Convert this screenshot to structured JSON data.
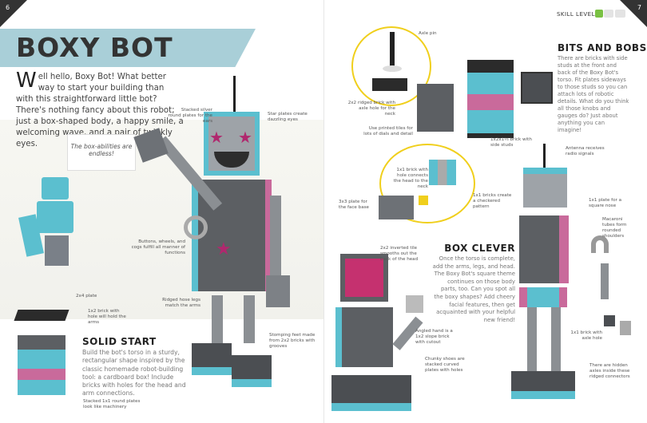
{
  "page_numbers": {
    "left": "6",
    "right": "7"
  },
  "skill_level": {
    "label": "SKILL LEVEL",
    "level": 1,
    "max": 3,
    "active_color": "#7ac143",
    "inactive_color": "#e3e3e3"
  },
  "title": "BOXY BOT",
  "intro": {
    "drop_cap": "W",
    "text": "ell hello, Boxy Bot! What better way to start your building than with this straightforward little bot? There's nothing fancy about this robot; just a box-shaped body, a happy smile, a welcoming wave, and a pair of twinkly eyes."
  },
  "quote": "The box-abilities are endless!",
  "annotations_left": {
    "ears": "Stacked silver round plates for the ears",
    "eyes": "Star plates create dazzling eyes",
    "buttons": "Buttons, wheels, and cogs fulfill all manner of functions",
    "plate": "2x4 plate",
    "brick_hole": "1x2 brick with hole will hold the arms",
    "legs": "Ridged hose legs match the arms",
    "feet": "Stomping feet made from 2x2 bricks with grooves",
    "round_plates": "Stacked 1x1 round plates look like machinery"
  },
  "solid_start": {
    "heading": "SOLID START",
    "text": "Build the bot's torso in a sturdy, rectangular shape inspired by the classic homemade robot-building tool: a cardboard box! Include bricks with holes for the head and arm connections."
  },
  "annotations_right": {
    "axle_pin": "Axle pin",
    "ridged_brick": "2x2 ridged brick with axle hole for the neck",
    "printed_tiles": "Use printed tiles for lots of dials and detail",
    "side_studs": "1x2x1⅔ brick with side studs",
    "neck_brick": "1x1 brick with hole connects the head to the neck",
    "face_base": "3x3 plate for the face base",
    "checkered": "1x1 bricks create a checkered pattern",
    "antenna": "Antenna receives radio signals",
    "nose": "1x1 plate for a square nose",
    "macaroni": "Macaroni tubes form rounded shoulders",
    "inverted_tile": "2x2 inverted tile smooths out the back of the head",
    "angled_hand": "Angled hand is a 1x2 slope brick with cutout",
    "shoes": "Chunky shoes are stacked curved plates with holes",
    "axle_hole": "1x1 brick with axle hole",
    "hidden_axles": "There are hidden axles inside these ridged connectors"
  },
  "bits_and_bobs": {
    "heading": "BITS AND BOBS",
    "text": "There are bricks with side studs at the front and back of the Boxy Bot's torso. Fit plates sideways to those studs so you can attach lots of robotic details. What do you think all those knobs and gauges do? Just about anything you can imagine!"
  },
  "box_clever": {
    "heading": "BOX CLEVER",
    "text": "Once the torso is complete, add the arms, legs, and head. The Boxy Bot's square theme continues on those body parts, too. Can you spot all the boxy shapes? Add cheery facial features, then get acquainted with your helpful new friend!"
  },
  "colors": {
    "banner": "#a9cfd8",
    "accent_yellow": "#f0cf1c",
    "brick_teal": "#5bbfcf",
    "brick_pink": "#c96a9b",
    "brick_gray": "#5c5f63",
    "star_magenta": "#b0286e"
  }
}
